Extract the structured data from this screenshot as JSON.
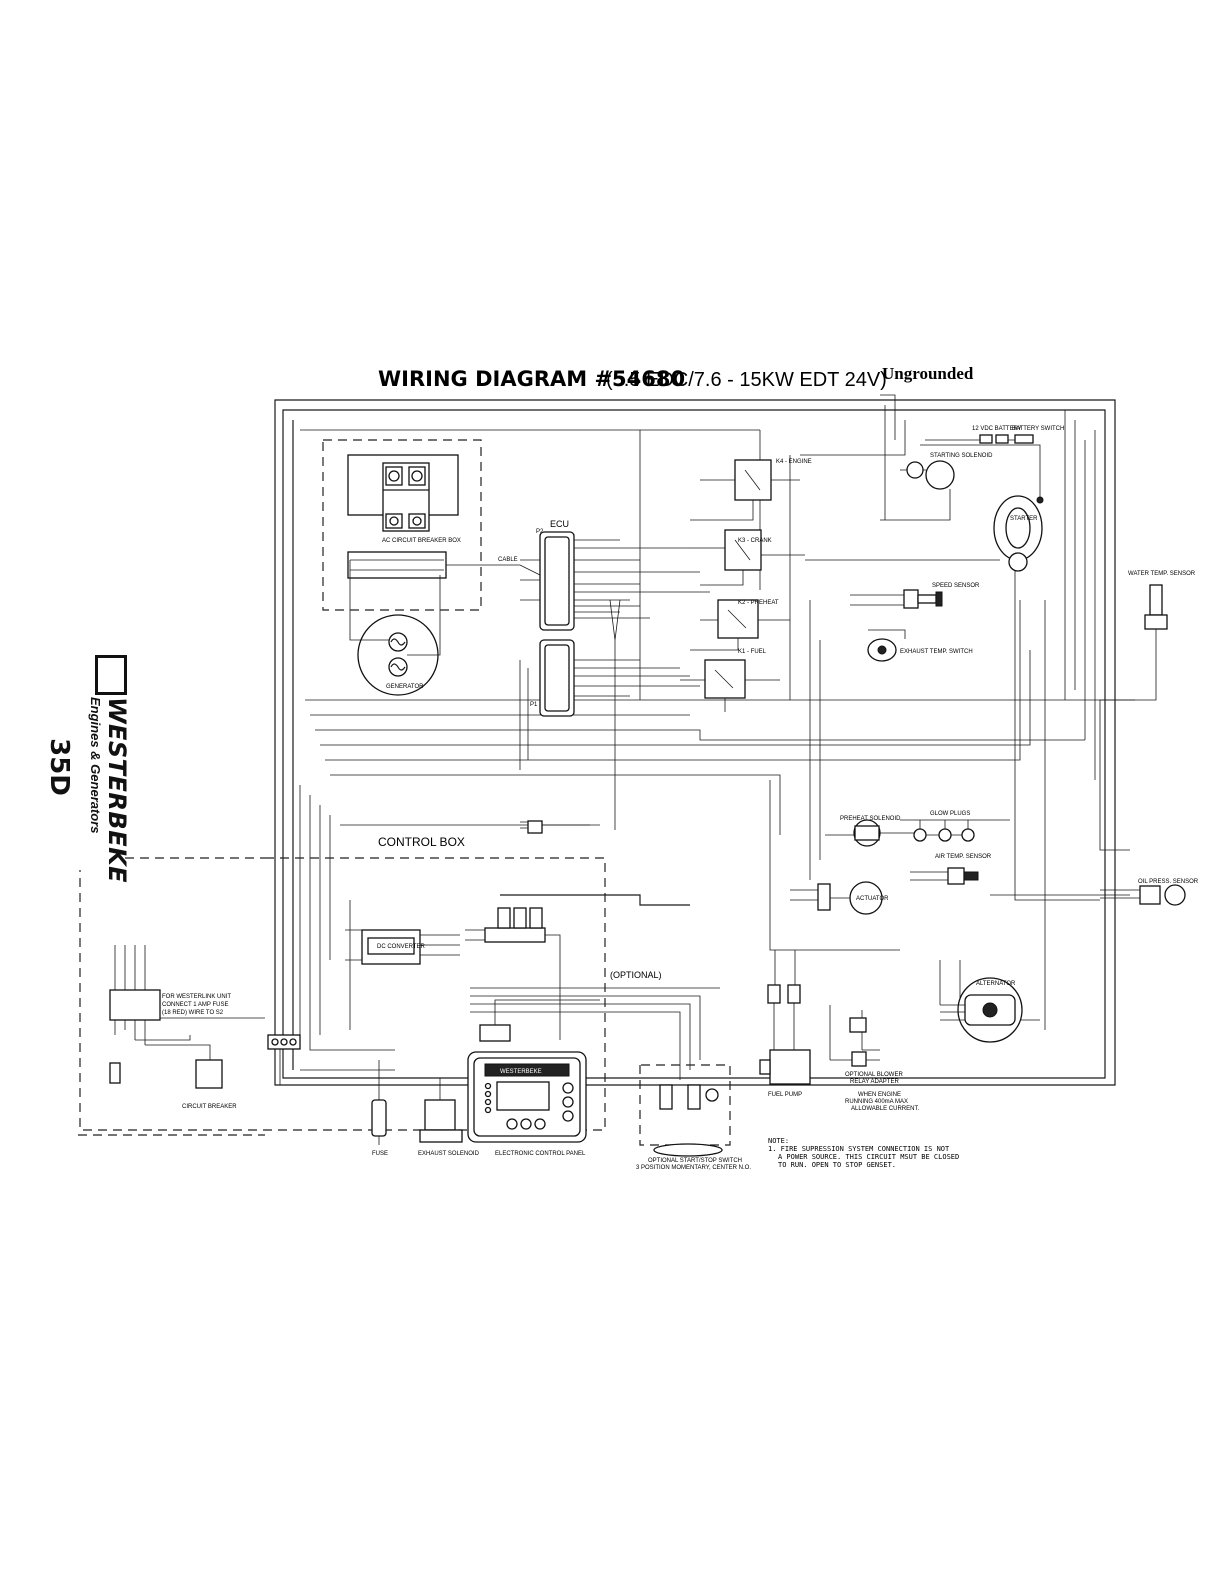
{
  "title": {
    "main": "WIRING DIAGRAM #54680",
    "model": "(5.5 EDC/7.6 - 15KW EDT 24V)",
    "note": "Ungrounded"
  },
  "brand": {
    "name": "WESTERBEKE",
    "tagline": "Engines & Generators",
    "page_code": "35D",
    "logo_icon": "westerbeke-logo-icon"
  },
  "components": {
    "ac_breaker_box": "AC CIRCUIT BREAKER BOX",
    "generator": "GENERATOR",
    "ecu": "ECU",
    "p1": "P1",
    "p2": "P2",
    "control_box": "CONTROL BOX",
    "dc_converter": "DC CONVERTER",
    "optional": "(OPTIONAL)",
    "westerlink_note": [
      "FOR WESTERLINK UNIT",
      "CONNECT 1 AMP FUSE",
      "(18 RED) WIRE TO S2"
    ],
    "circuit_breaker": "CIRCUIT BREAKER",
    "fuse": "FUSE",
    "exhaust_solenoid": "EXHAUST SOLENOID",
    "electronic_panel": "ELECTRONIC CONTROL PANEL",
    "optional_switch": [
      "OPTIONAL START/STOP SWITCH",
      "3 POSITION MOMENTARY, CENTER N.O."
    ],
    "fuel_pump": "FUEL PUMP",
    "blower": [
      "OPTIONAL BLOWER",
      "RELAY ADAPTER"
    ],
    "blower_note": [
      "WHEN ENGINE",
      "RUNNING 400mA MAX",
      "ALLOWABLE CURRENT."
    ],
    "actuator": "ACTUATOR",
    "alternator": "ALTERNATOR",
    "starter": "STARTER",
    "starting_solenoid": "STARTING SOLENOID",
    "battery": "12 VDC BATTERY",
    "battery_switch": "BATTERY SWITCH",
    "speed_sensor": "SPEED SENSOR",
    "exhaust_temp": "EXHAUST TEMP. SWITCH",
    "preheat": "PREHEAT SOLENOID",
    "glow_plugs": "GLOW PLUGS",
    "air_temp": "AIR TEMP. SENSOR",
    "water_temp": "WATER TEMP. SENSOR",
    "oil_press": "OIL PRESS. SENSOR",
    "k1": "K1 - FUEL",
    "k2": "K2 - PREHEAT",
    "k3": "K3 - CRANK",
    "k4": "K4 - ENGINE",
    "cable": "CABLE",
    "panel_brand": "WESTERBEKE"
  },
  "note": {
    "heading": "NOTE:",
    "lines": [
      "1. FIRE SUPRESSION SYSTEM CONNECTION IS NOT",
      "A POWER SOURCE. THIS CIRCUIT MSUT BE CLOSED",
      "TO RUN. OPEN TO STOP GENSET."
    ]
  }
}
